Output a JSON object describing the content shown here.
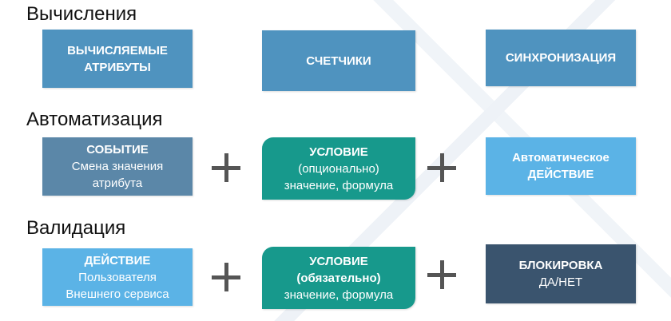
{
  "sections": [
    {
      "title": "Вычисления",
      "boxes": [
        {
          "line1": "ВЫЧИСЛЯЕМЫЕ",
          "line2": "АТРИБУТЫ"
        },
        {
          "line1": "СЧЕТЧИКИ"
        },
        {
          "line1": "СИНХРОНИЗАЦИЯ"
        }
      ]
    },
    {
      "title": "Автоматизация",
      "boxes": [
        {
          "line1": "СОБЫТИЕ",
          "line2": "Смена значения",
          "line3": "атрибута"
        },
        {
          "line1": "УСЛОВИЕ",
          "line2": "(опционально)",
          "line3": "значение, формула"
        },
        {
          "line1": "Автоматическое",
          "line2": "ДЕЙСТВИЕ"
        }
      ],
      "operator": "+"
    },
    {
      "title": "Валидация",
      "boxes": [
        {
          "line1": "ДЕЙСТВИЕ",
          "line2": "Пользователя",
          "line3": "Внешнего сервиса"
        },
        {
          "line1": "УСЛОВИЕ",
          "line2": "(обязательно)",
          "line3": "значение, формула"
        },
        {
          "line1": "БЛОКИРОВКА",
          "line2": "ДА/НЕТ"
        }
      ],
      "operator": "+"
    }
  ],
  "colors": {
    "calc": "#4f93bf",
    "event": "#5b87a8",
    "condition": "#17998c",
    "action": "#5bb3e6",
    "block": "#3a546e"
  }
}
